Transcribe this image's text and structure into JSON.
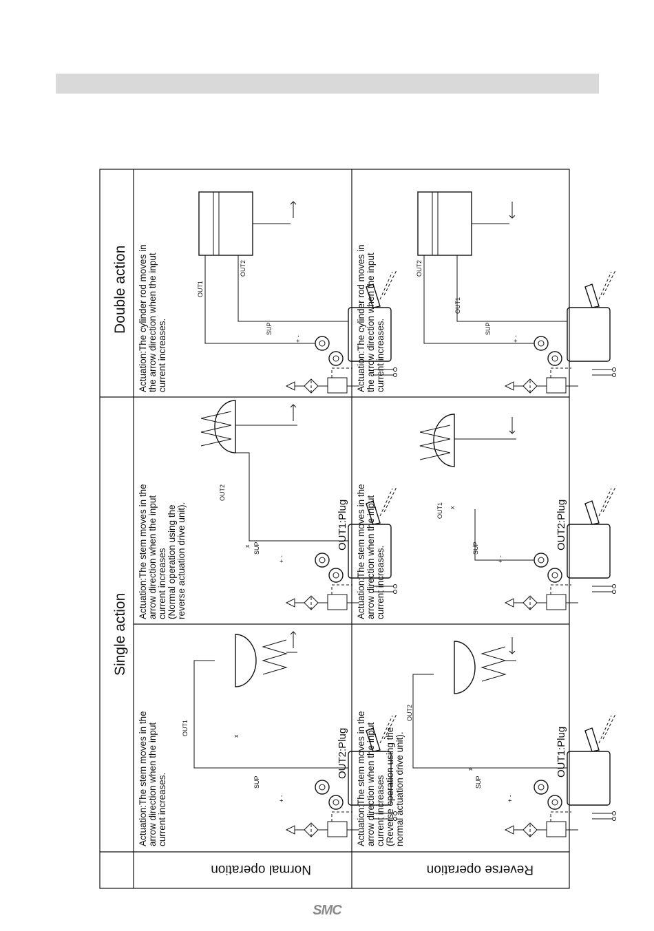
{
  "header": {
    "single_action": "Single action",
    "double_action": "Double action"
  },
  "rows": {
    "normal": "Normal operation",
    "reverse": "Reverse operation"
  },
  "cells": {
    "normal_single_1": {
      "text": [
        "Actuation:The stem moves in the",
        "arrow direction when the input",
        "current increases."
      ],
      "out_label": "OUT1",
      "plug": "OUT2:Plug"
    },
    "normal_single_2": {
      "text": [
        "Actuation:The stem moves in the",
        "arrow direction when the input",
        "current increases",
        "(Normal operation using the",
        "reverse actuation drive unit)."
      ],
      "out_label": "OUT2",
      "plug": "OUT1:Plug"
    },
    "normal_double": {
      "text": [
        "Actuation:The cylinder rod moves in",
        "the arrow direction when the input",
        "current increases."
      ],
      "out1_label": "OUT1",
      "out2_label": "OUT2"
    },
    "reverse_single_1": {
      "text": [
        "Actuation:The stem moves in the",
        "arrow direction when the input",
        "current increases",
        "(Reverse operation using the",
        "normal actuation drive unit)."
      ],
      "out_label": "OUT2",
      "plug": "OUT1:Plug"
    },
    "reverse_single_2": {
      "text": [
        "Actuation:The stem moves in the",
        "arrow direction when the input",
        "current increases."
      ],
      "out_label": "OUT1",
      "plug": "OUT2:Plug"
    },
    "reverse_double": {
      "text": [
        "Actuation:The cylinder rod moves in",
        "the arrow direction when the input",
        "current increases."
      ],
      "out1_label": "OUT1",
      "out2_label": "OUT2"
    }
  },
  "diagram_labels": {
    "sup": "SUP",
    "x": "x",
    "plus_minus": "+ -"
  },
  "footer": {
    "logo": "SMC"
  }
}
